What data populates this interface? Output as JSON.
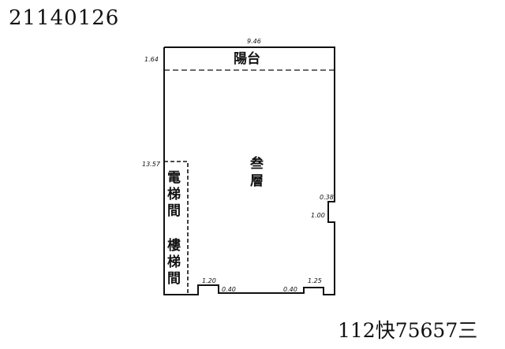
{
  "header": {
    "doc_code": "21140126"
  },
  "footer": {
    "ref_code": "112快75657三"
  },
  "plan": {
    "rooms": {
      "balcony": "陽台",
      "floor": [
        "叁",
        "層"
      ],
      "elevator": [
        "電",
        "梯",
        "間"
      ],
      "stairs": [
        "樓",
        "梯",
        "間"
      ]
    },
    "dimensions": {
      "top_width": "9.46",
      "balcony_depth": "1.64",
      "left_depth": "13.57",
      "notch_upper": "0.38",
      "notch_length": "1.00",
      "bottom_left_step": "1.20",
      "bottom_left_offset": "0.40",
      "bottom_right_offset": "0.40",
      "bottom_right_step": "1.25"
    }
  }
}
